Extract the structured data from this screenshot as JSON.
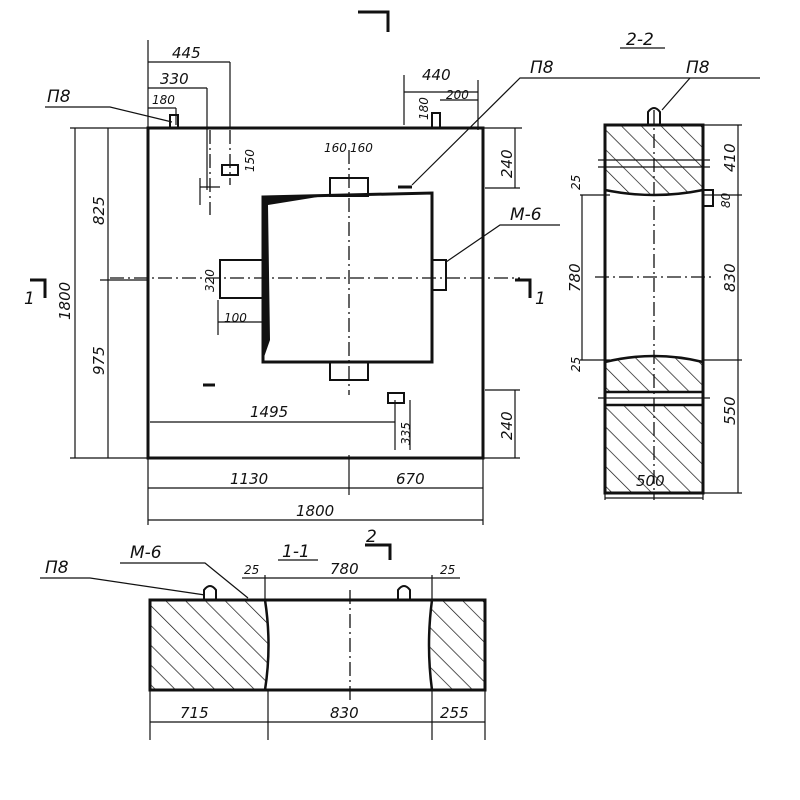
{
  "plan": {
    "dims": {
      "d445": "445",
      "d330": "330",
      "d180a": "180",
      "d440": "440",
      "d200": "200",
      "d180b": "180",
      "d150": "150",
      "d160a": "160",
      "d160b": "160",
      "d240a": "240",
      "d825": "825",
      "d1800v": "1800",
      "d975": "975",
      "d320": "320",
      "d100": "100",
      "d1495": "1495",
      "d335": "335",
      "d240b": "240",
      "d1130": "1130",
      "d670": "670",
      "d1800h": "1800"
    },
    "labels": {
      "p8_left": "П8",
      "p8_right": "П8",
      "m6": "М-6",
      "cut1_left": "1",
      "cut1_right": "1"
    }
  },
  "section22": {
    "title": "2-2",
    "p8": "П8",
    "dims": {
      "d410": "410",
      "d25a": "25",
      "d80": "80",
      "d780": "780",
      "d830": "830",
      "d25b": "25",
      "d550": "550",
      "d500": "500"
    }
  },
  "section11": {
    "title": "1-1",
    "cut2": "2",
    "p8": "П8",
    "m6": "М-6",
    "dims": {
      "d25a": "25",
      "d780": "780",
      "d25b": "25",
      "d715": "715",
      "d830": "830",
      "d255": "255"
    }
  }
}
